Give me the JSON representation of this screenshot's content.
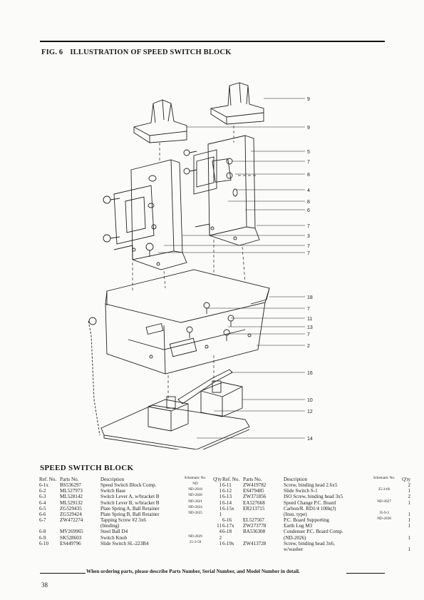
{
  "figure": {
    "number": "FIG. 6",
    "title": "ILLUSTRATION OF SPEED SWITCH BLOCK",
    "callouts": [
      "9",
      "9",
      "5",
      "7",
      "8",
      "4",
      "8",
      "6",
      "7",
      "3",
      "7",
      "7",
      "18",
      "7",
      "11",
      "13",
      "7",
      "2",
      "16",
      "10",
      "12",
      "14"
    ]
  },
  "section_title": "SPEED SWITCH BLOCK",
  "table_headers": {
    "ref": "Ref. No.",
    "parts_no": "Parts No.",
    "description": "Description",
    "schematic": "Schematic No.",
    "qty": "Q'ty"
  },
  "parts_left": [
    {
      "ref": "6-1x",
      "part": "BS536297",
      "desc": "Speed Switch Block Comp.",
      "sch": "ND",
      "qty": "1"
    },
    {
      "ref": "6-2",
      "part": "ML527973",
      "desc": "Switch Base",
      "sch": "ND-2018",
      "qty": "1"
    },
    {
      "ref": "6-3",
      "part": "ML528142",
      "desc": "Switch Lever A, w/bracket B",
      "sch": "ND-2020",
      "qty": "1"
    },
    {
      "ref": "6-4",
      "part": "ML529132",
      "desc": "Switch Lever B, w/bracket B",
      "sch": "ND-2021",
      "qty": "1"
    },
    {
      "ref": "6-5",
      "part": "ZG529435",
      "desc": "Plate Spring A, Ball Retainer",
      "sch": "ND-2024",
      "qty": "1"
    },
    {
      "ref": "6-6",
      "part": "ZG529424",
      "desc": "Plate Spring B, Ball Retainer",
      "sch": "ND-2025",
      "qty": "1"
    },
    {
      "ref": "6-7",
      "part": "ZW472274",
      "desc": "Tapping Screw #2 3x6",
      "sch": "",
      "qty": ""
    },
    {
      "ref": "",
      "part": "",
      "desc": "(binding)",
      "sch": "",
      "qty": "11"
    },
    {
      "ref": "6-8",
      "part": "MV269965",
      "desc": "Steel Ball D4",
      "sch": "",
      "qty": "4"
    },
    {
      "ref": "6-9",
      "part": "SK528603",
      "desc": "Switch Knob",
      "sch": "ND-2029",
      "qty": "2"
    },
    {
      "ref": "6-10",
      "part": "ES449796",
      "desc": "Slide Switch SL-223B4",
      "sch": "25-3-59",
      "qty": "1"
    }
  ],
  "parts_right": [
    {
      "ref": "6-11",
      "part": "ZW419782",
      "desc": "Screw, binding head 2.6x5",
      "sch": "",
      "qty": "2"
    },
    {
      "ref": "6-12",
      "part": "ES479485",
      "desc": "Slide Switch S-1",
      "sch": "25-3-66",
      "qty": "1"
    },
    {
      "ref": "6-13",
      "part": "ZW371856",
      "desc": "ISO Screw, binding head 3x5",
      "sch": "",
      "qty": "2"
    },
    {
      "ref": "6-14",
      "part": "EA527668",
      "desc": "Speed Change P.C. Board",
      "sch": "ND-2027",
      "qty": "1"
    },
    {
      "ref": "6-15x",
      "part": "ER213715",
      "desc": "Carbon/R. RD1/4 100k(J)",
      "sch": "",
      "qty": ""
    },
    {
      "ref": "",
      "part": "",
      "desc": "(Insu. type)",
      "sch": "35-9-3",
      "qty": "1"
    },
    {
      "ref": "6-16",
      "part": "EL527567",
      "desc": "P.C. Board Supporting",
      "sch": "ND-2028",
      "qty": "1"
    },
    {
      "ref": "6-17x",
      "part": "ZW273778",
      "desc": "Earth Lug M3",
      "sch": "",
      "qty": "1"
    },
    {
      "ref": "6-18",
      "part": "BA536308",
      "desc": "Condenser P.C. Board Comp.",
      "sch": "",
      "qty": ""
    },
    {
      "ref": "",
      "part": "",
      "desc": "(ND-2026)",
      "sch": "",
      "qty": "1"
    },
    {
      "ref": "6-19x",
      "part": "ZW413728",
      "desc": "Screw, binding head 3x6,",
      "sch": "",
      "qty": ""
    },
    {
      "ref": "",
      "part": "",
      "desc": "w/washer",
      "sch": "",
      "qty": "1"
    }
  ],
  "footer_note": "When ordering parts, please describe Parts Number, Serial Number, and Model Number in detail.",
  "page_number": "38"
}
